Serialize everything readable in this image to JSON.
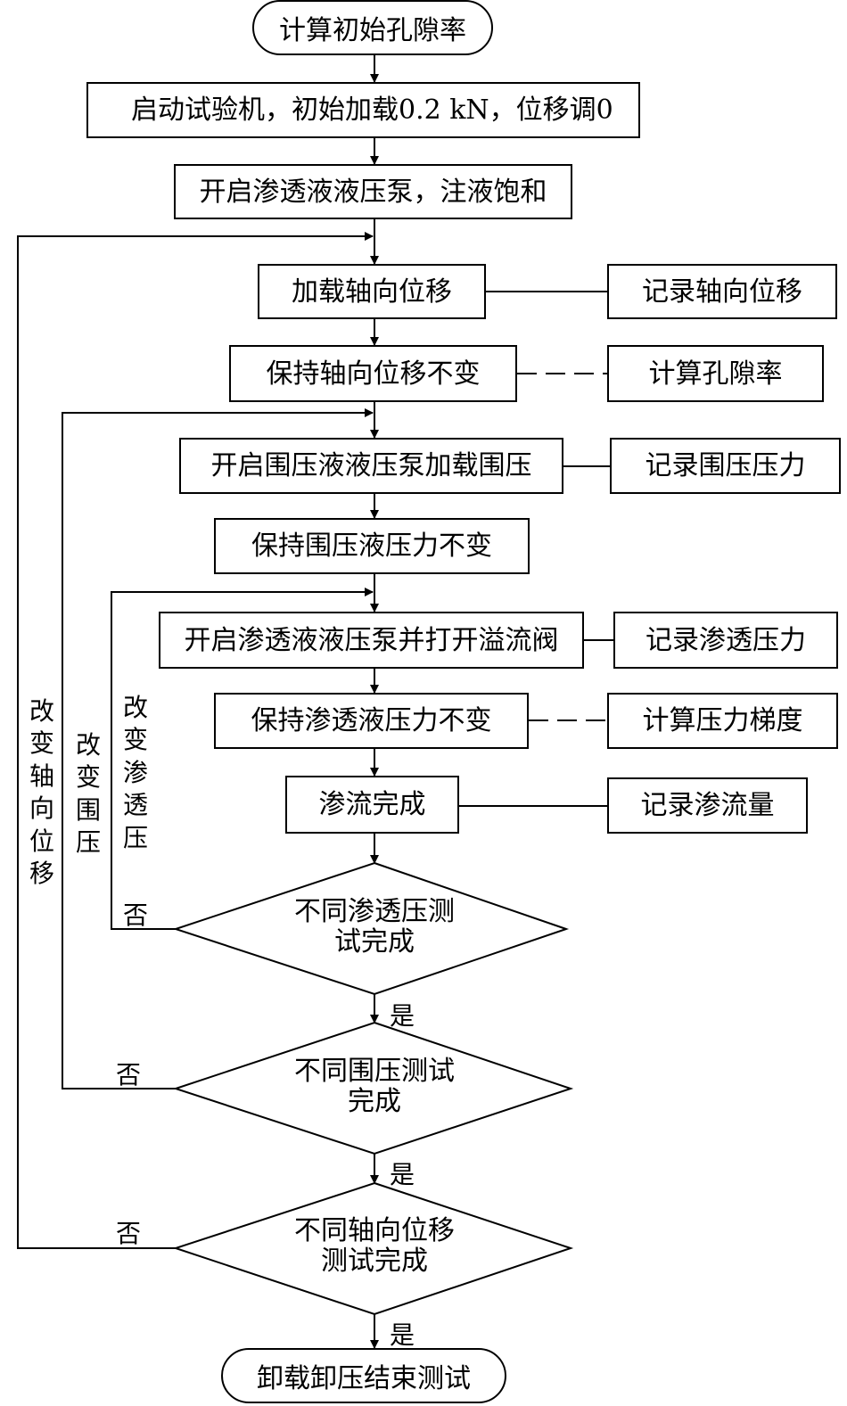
{
  "start": "计算初始孔隙率",
  "steps": {
    "s1": "启动试验机，初始加载0.2 kN，位移调0",
    "s2": "开启渗透液液压泵，注液饱和",
    "s3": "加载轴向位移",
    "s4": "保持轴向位移不变",
    "s5": "开启围压液液压泵加载围压",
    "s6": "保持围压液压力不变",
    "s7": "开启渗透液液压泵并打开溢流阀",
    "s8": "保持渗透液压力不变",
    "s9": "渗流完成"
  },
  "side": {
    "r1": "记录轴向位移",
    "r2": "计算孔隙率",
    "r3": "记录围压压力",
    "r4": "记录渗透压力",
    "r5": "计算压力梯度",
    "r6": "记录渗流量"
  },
  "decisions": {
    "d1": "不同渗透压测\n试完成",
    "d2": "不同围压测试\n完成",
    "d3": "不同轴向位移\n测试完成"
  },
  "yes": "是",
  "no": "否",
  "loops": {
    "seepage": "改变渗透压",
    "confining": "改变围压",
    "axial": "改变轴向位移"
  },
  "end": "卸载卸压结束测试"
}
